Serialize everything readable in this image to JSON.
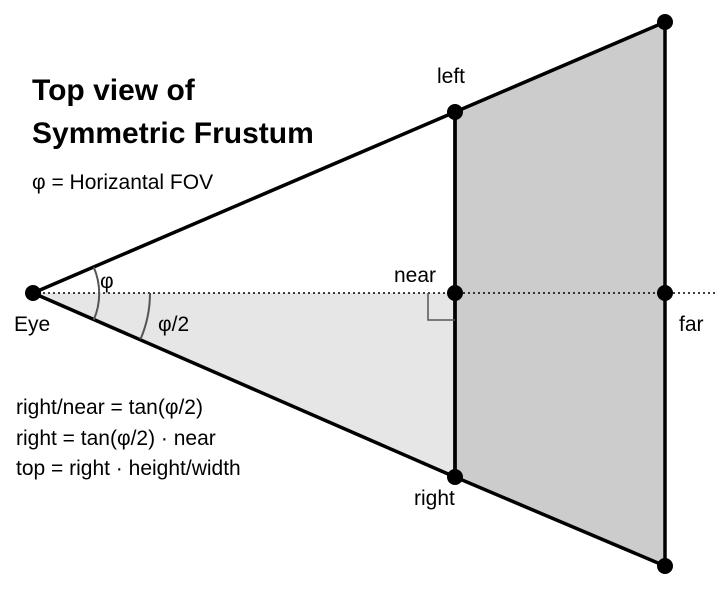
{
  "title": {
    "line1": "Top view of",
    "line2": "Symmetric Frustum"
  },
  "definition": "φ = Horizantal FOV",
  "labels": {
    "eye": "Eye",
    "near": "near",
    "far": "far",
    "left": "left",
    "right": "right",
    "angle_full": "φ",
    "angle_half": "φ/2"
  },
  "equations": [
    "right/near = tan(φ/2)",
    "right = tan(φ/2) · near",
    "top = right · height/width"
  ],
  "colors": {
    "frustum_fill": "#cccccc",
    "half_triangle_fill": "#e6e6e6",
    "stroke": "#000000"
  }
}
